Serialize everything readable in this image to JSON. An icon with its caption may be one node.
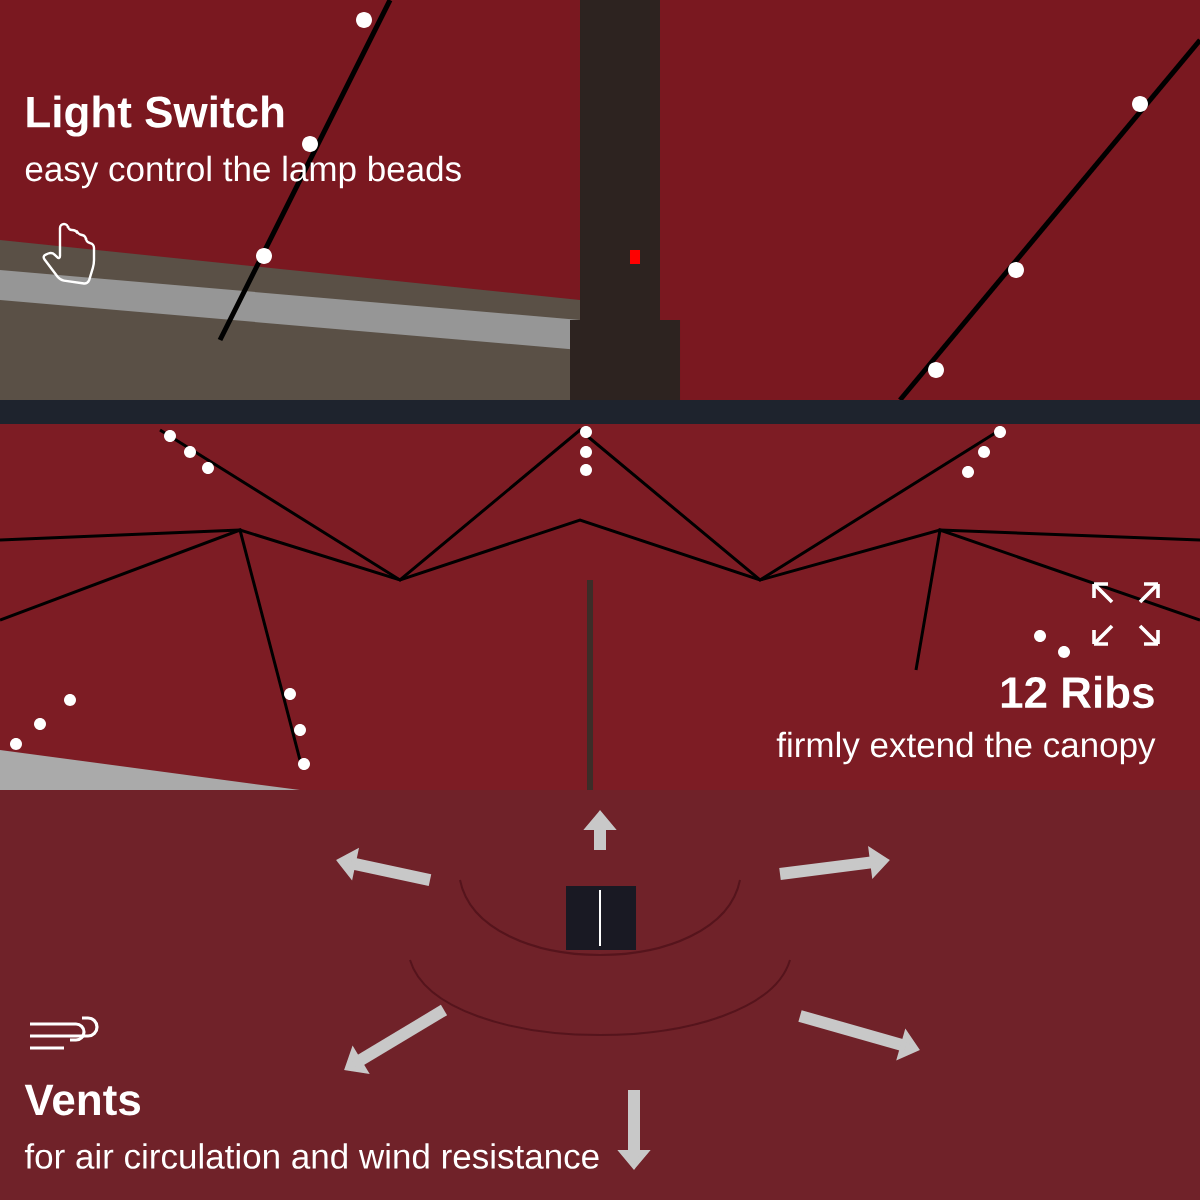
{
  "diagram": {
    "labels": [
      "Light Switch",
      "easy control the lamp beads",
      "12 Ribs",
      "firmly extend the canopy",
      "Vents",
      "for air circulation and wind resistance"
    ]
  }
}
